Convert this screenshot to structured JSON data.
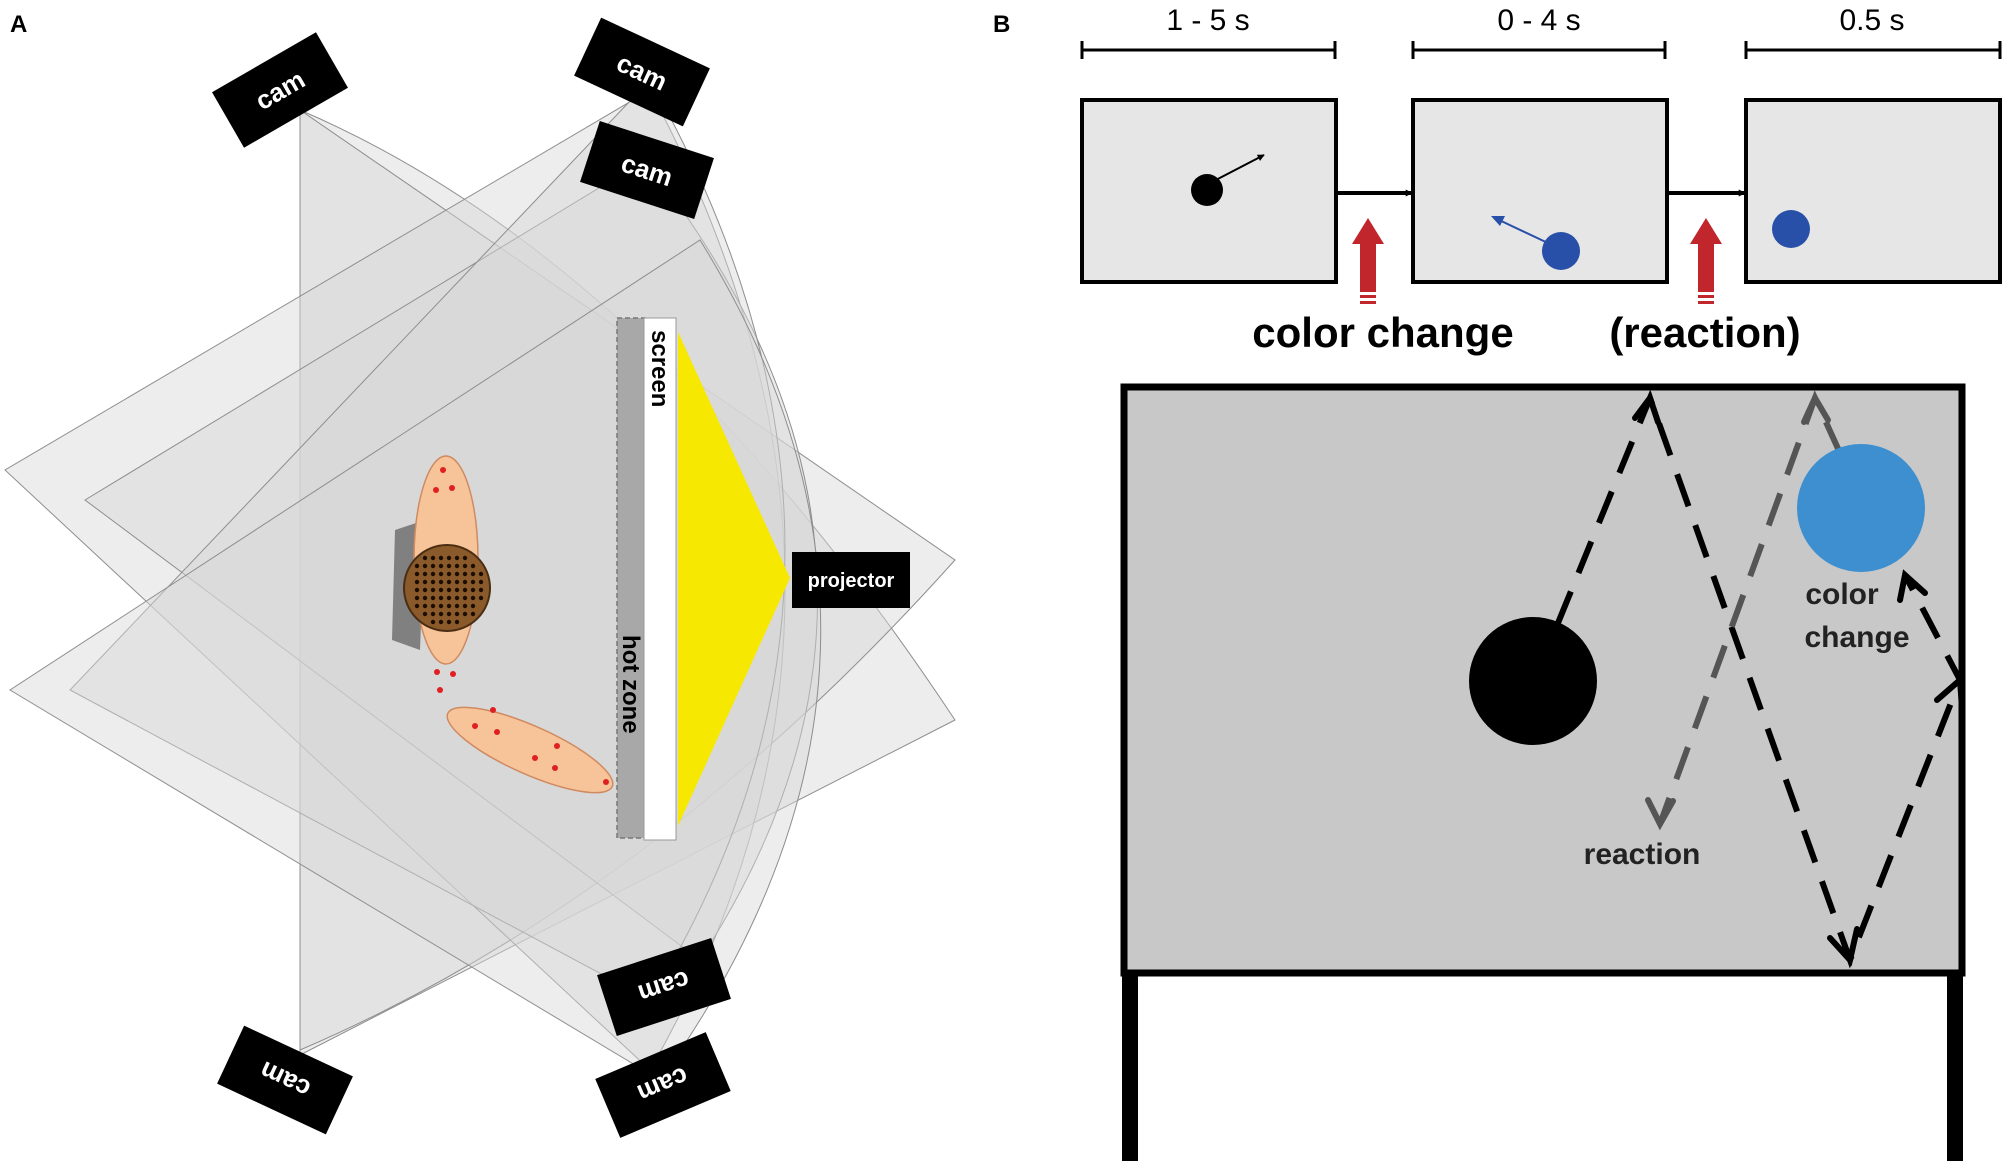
{
  "panels": {
    "a": {
      "label": "A"
    },
    "b": {
      "label": "B"
    }
  },
  "setup": {
    "camera_label": "cam",
    "screen_label": "screen",
    "hot_zone_label": "hot zone",
    "projector_label": "projector"
  },
  "timeline": {
    "durations": [
      "1 - 5 s",
      "0 - 4 s",
      "0.5 s"
    ],
    "events": [
      "color change",
      "(reaction)"
    ]
  },
  "trajectory": {
    "color_change_line1": "color",
    "color_change_line2": "change",
    "reaction_label": "reaction"
  },
  "colors": {
    "camera_fov": "#d2d2d2",
    "projector_beam": "#f6e800",
    "stimulus_black": "#000000",
    "stimulus_blue_dark": "#2850a8",
    "stimulus_blue_light": "#3d8fd0",
    "event_arrow_red": "#c0262c",
    "animal_body": "#f7c49a",
    "animal_head": "#8b5a2b",
    "screen_panel": "#c8c8c8"
  }
}
